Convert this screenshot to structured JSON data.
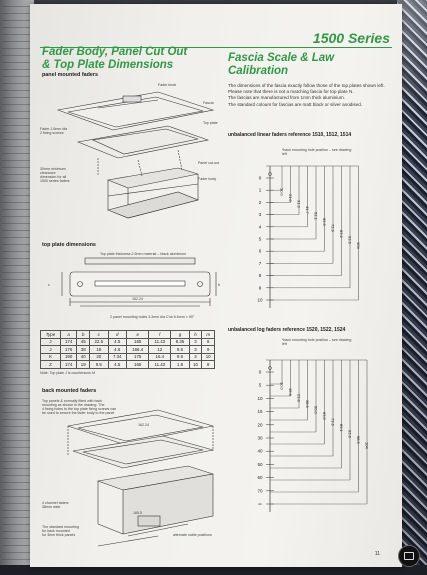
{
  "series": "1500 Series",
  "left": {
    "title_line1": "Fader Body, Panel Cut Out",
    "title_line2": "& Top Plate Dimensions",
    "panel_mounted": "panel mounted faders",
    "top_plate": "top plate dimensions",
    "back_mounted": "back mounted faders"
  },
  "right": {
    "title_line1": "Fascia Scale & Law",
    "title_line2": "Calibration",
    "intro_p1": "The dimensions of the fascia exactly follow those of the top plates shown left. Please note that there is not a matching fascia for top plate N.",
    "intro_p2": "The fascias are manufactured from 1mm thick aluminium.",
    "intro_p3": "The standard colours for fascias are matt black or silver anodised.",
    "linear_title": "unbalanced linear faders reference 1510, 1512, 1514",
    "log_title": "unbalanced log faders reference 1520, 1522, 1524",
    "back_note": "*back mounting hole position – see drawing left",
    "linear_scale": [
      "0",
      "1",
      "2",
      "3",
      "4",
      "5",
      "6",
      "7",
      "8",
      "9",
      "10"
    ],
    "linear_dims": [
      "10.0",
      "21.0",
      "31.3",
      "41.7",
      "52.1",
      "62.5",
      "72.9",
      "83.2",
      "93.6",
      "104"
    ],
    "log_scale": [
      "0",
      "5",
      "10",
      "15",
      "20",
      "30",
      "40",
      "50",
      "60",
      "70",
      "∞"
    ],
    "log_dims": [
      "10.0",
      "15.6",
      "23.8",
      "38.9",
      "50.0",
      "63.0",
      "73.6",
      "83.1",
      "93.6",
      "98.5",
      "104"
    ]
  },
  "table": {
    "headers": [
      "Type",
      "a",
      "b",
      "c",
      "d",
      "e",
      "f",
      "g",
      "h",
      "m"
    ],
    "rows": [
      [
        "J",
        "174",
        "45",
        "22.5",
        "4.5",
        "165",
        "11.43",
        "8.35",
        "3",
        "8"
      ],
      [
        "J",
        "176",
        "38",
        "19",
        "4.6",
        "166.4",
        "12",
        "9.5",
        "3",
        "9"
      ],
      [
        "K",
        "190",
        "40",
        "20",
        "7.34",
        "175",
        "16.4",
        "9.5",
        "3",
        "10"
      ],
      [
        "Z",
        "174",
        "19",
        "9.5",
        "4.5",
        "165",
        "11.43",
        "1.8",
        "10",
        "8"
      ]
    ],
    "note": "Note: Top plate J is countersunk M"
  },
  "page_number": "11"
}
